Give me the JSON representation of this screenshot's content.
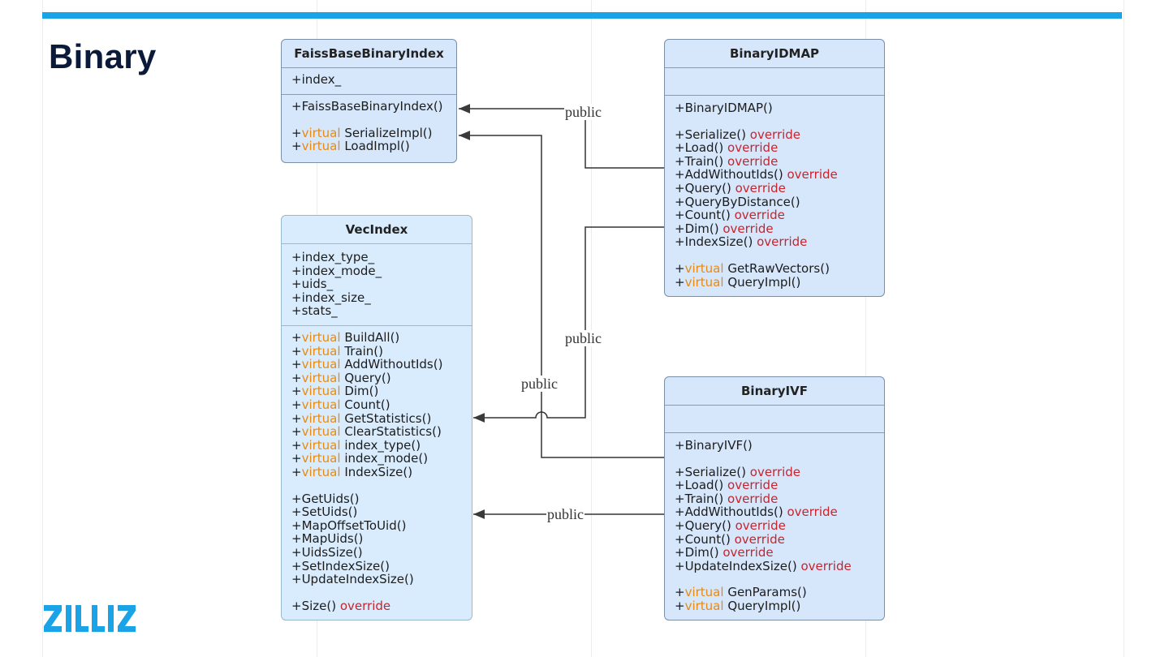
{
  "slide": {
    "title": "Binary",
    "logo_text": "ZILLIZ",
    "colors": {
      "top_bar": "#1aa3e6",
      "title": "#0c1a3a",
      "logo": "#1aa3e6",
      "class_fill": "#d6e6fb",
      "virtual_keyword": "#e88a12",
      "override_keyword": "#c8242c"
    }
  },
  "classes": {
    "faiss_base": {
      "name": "FaissBaseBinaryIndex",
      "attr1": "+index_",
      "op1": "+FaissBaseBinaryIndex()",
      "op2_prefix": "+",
      "op2_kw": "virtual",
      "op2_rest": " SerializeImpl()",
      "op3_prefix": "+",
      "op3_kw": "virtual",
      "op3_rest": " LoadImpl()"
    },
    "vec_index": {
      "name": "VecIndex",
      "attrs": [
        "+index_type_",
        "+index_mode_",
        "+uids_",
        "+index_size_",
        "+stats_"
      ],
      "virtual_prefix": "+",
      "virtual_kw": "virtual",
      "virtual_ops": [
        " BuildAll()",
        " Train()",
        " AddWithoutIds()",
        " Query()",
        " Dim()",
        " Count()",
        " GetStatistics()",
        " ClearStatistics()",
        " index_type()",
        " index_mode()",
        " IndexSize()"
      ],
      "plain_ops": [
        "+GetUids()",
        "+SetUids()",
        "+MapOffsetToUid()",
        "+MapUids()",
        "+UidsSize()",
        "+SetIndexSize()",
        "+UpdateIndexSize()"
      ],
      "size_op": "+Size()",
      "size_kw": "override"
    },
    "binary_idmap": {
      "name": "BinaryIDMAP",
      "ctor": "+BinaryIDMAP()",
      "ops": [
        {
          "text": "+Serialize()",
          "kw": " override"
        },
        {
          "text": "+Load()",
          "kw": " override"
        },
        {
          "text": "+Train()",
          "kw": " override"
        },
        {
          "text": "+AddWithoutIds()",
          "kw": " override"
        },
        {
          "text": "+Query()",
          "kw": " override"
        },
        {
          "text": "+QueryByDistance()",
          "kw": ""
        },
        {
          "text": "+Count()",
          "kw": " override"
        },
        {
          "text": "+Dim()",
          "kw": " override"
        },
        {
          "text": "+IndexSize()",
          "kw": " override"
        }
      ],
      "virtual_prefix": "+",
      "virtual_kw": "virtual",
      "virtual_ops": [
        " GetRawVectors()",
        " QueryImpl()"
      ]
    },
    "binary_ivf": {
      "name": "BinaryIVF",
      "ctor": "+BinaryIVF()",
      "ops": [
        {
          "text": "+Serialize()",
          "kw": " override"
        },
        {
          "text": "+Load()",
          "kw": " override"
        },
        {
          "text": "+Train()",
          "kw": " override"
        },
        {
          "text": "+AddWithoutIds()",
          "kw": " override"
        },
        {
          "text": "+Query()",
          "kw": " override"
        },
        {
          "text": "+Count()",
          "kw": " override"
        },
        {
          "text": "+Dim()",
          "kw": " override"
        },
        {
          "text": "+UpdateIndexSize()",
          "kw": " override"
        }
      ],
      "virtual_prefix": "+",
      "virtual_kw": "virtual",
      "virtual_ops": [
        " GenParams()",
        " QueryImpl()"
      ]
    }
  },
  "relations": [
    {
      "from": "BinaryIDMAP",
      "to": "FaissBaseBinaryIndex",
      "label": "public"
    },
    {
      "from": "BinaryIDMAP",
      "to": "VecIndex",
      "label": "public"
    },
    {
      "from": "BinaryIVF",
      "to": "FaissBaseBinaryIndex",
      "label": "public"
    },
    {
      "from": "BinaryIVF",
      "to": "VecIndex",
      "label": "public"
    }
  ]
}
